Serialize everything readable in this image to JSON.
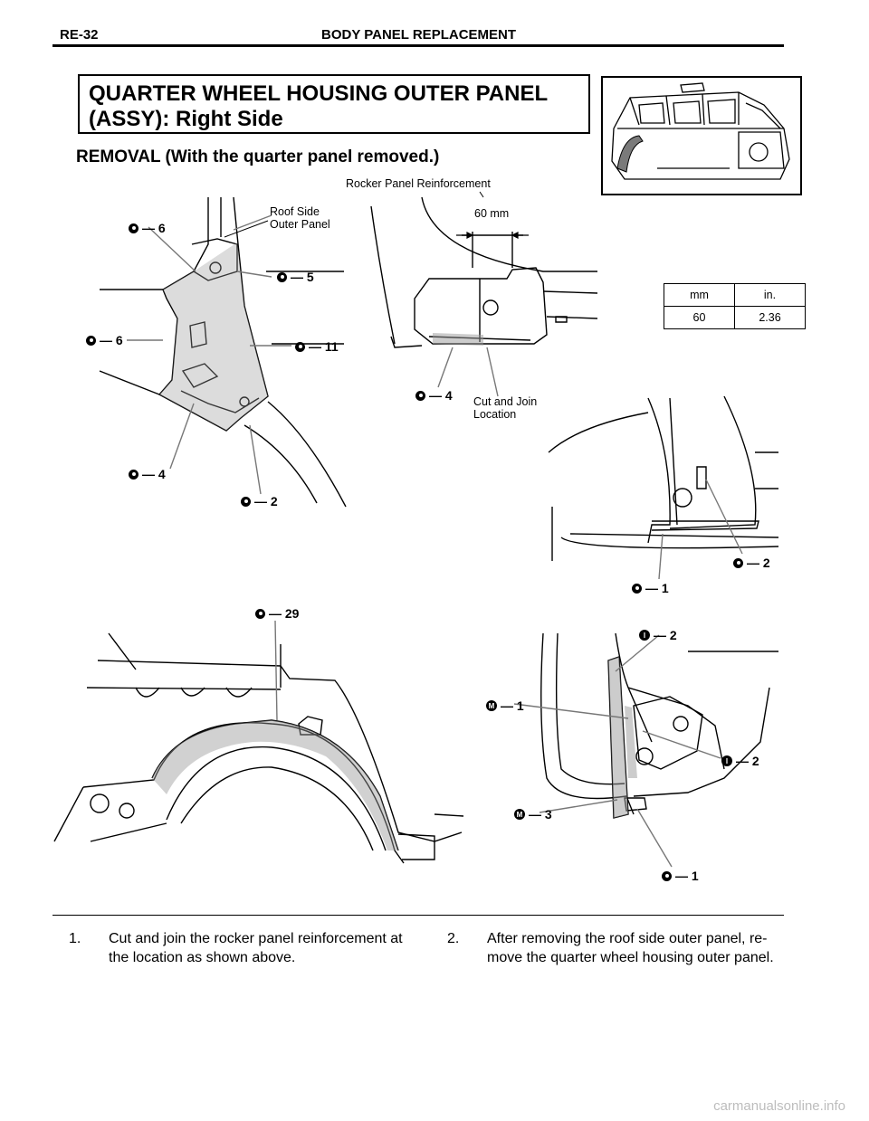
{
  "header": {
    "code": "RE-32",
    "title": "BODY PANEL REPLACEMENT"
  },
  "title_box": {
    "line1": "QUARTER WHEEL HOUSING OUTER PANEL",
    "line2": "(ASSY): Right Side"
  },
  "subtitle": "REMOVAL (With the quarter panel removed.)",
  "labels": {
    "rocker_panel_reinforcement": "Rocker Panel Reinforcement",
    "roof_side_outer_line1": "Roof Side",
    "roof_side_outer_line2": "Outer Panel",
    "dimension": "60 mm",
    "cut_join_line1": "Cut and Join",
    "cut_join_line2": "Location"
  },
  "conversion_table": {
    "headers": [
      "mm",
      "in."
    ],
    "row": [
      "60",
      "2.36"
    ]
  },
  "callouts": {
    "fig1": [
      "— 6",
      "— 5",
      "— 6",
      "— 11",
      "— 4",
      "— 2"
    ],
    "fig2": [
      "— 4"
    ],
    "fig3": [
      "— 2",
      "— 1"
    ],
    "fig4": [
      "— 29"
    ],
    "fig5": {
      "i_top": "— 2",
      "m_1": "— 1",
      "i_mid": "— 2",
      "m_3": "— 3",
      "dot_1": "— 1",
      "letter_i": "I",
      "letter_m": "M"
    }
  },
  "steps": [
    {
      "num": "1.",
      "line1": "Cut and join the rocker panel reinforcement at",
      "line2": "the location as shown above."
    },
    {
      "num": "2.",
      "line1": "After removing the roof side outer panel, re-",
      "line2": "move the quarter wheel housing outer panel."
    }
  ],
  "watermark": "carmanualsonline.info"
}
